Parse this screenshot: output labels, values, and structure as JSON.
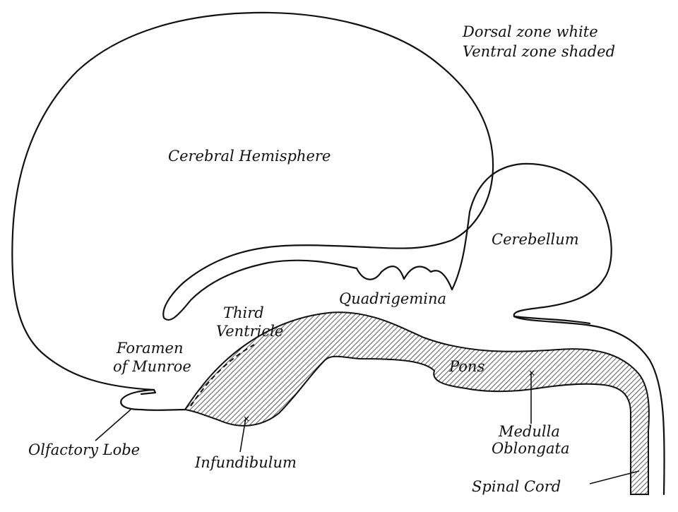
{
  "legend": {
    "line1": "Dorsal zone white",
    "line2": "Ventral zone shaded"
  },
  "labels": {
    "cerebral_hemisphere": "Cerebral Hemisphere",
    "cerebellum": "Cerebellum",
    "quadrigemina": "Quadrigemina",
    "third_ventricle_1": "Third",
    "third_ventricle_2": "Ventricle",
    "foramen_1": "Foramen",
    "foramen_2": "of Munroe",
    "pons": "Pons",
    "medulla_1": "Medulla",
    "medulla_2": "Oblongata",
    "olfactory_lobe": "Olfactory Lobe",
    "infundibulum": "Infundibulum",
    "spinal_cord": "Spinal Cord"
  },
  "colors": {
    "ink": "#111111",
    "paper": "#ffffff"
  }
}
